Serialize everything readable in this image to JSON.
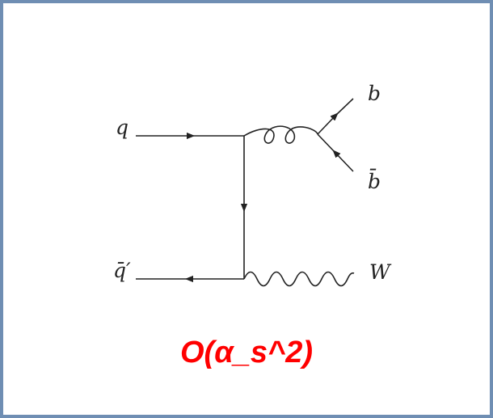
{
  "diagram": {
    "labels": {
      "quark_in": "q",
      "antiquark_in": "q̄′",
      "b_quark": "b",
      "anti_b_quark": "b̄",
      "w_boson": "W"
    },
    "order": "O(α_s^2)"
  },
  "colors": {
    "frame_border": "#6f8eb3",
    "lines": "#222222",
    "order_text": "#ff0000"
  }
}
